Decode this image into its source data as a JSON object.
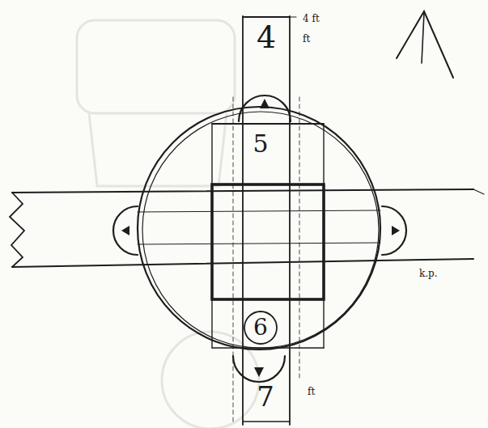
{
  "diagram": {
    "labels": [
      "4",
      "4 ft",
      "ft",
      "5",
      "6",
      "7",
      "ft",
      "k.p."
    ]
  }
}
